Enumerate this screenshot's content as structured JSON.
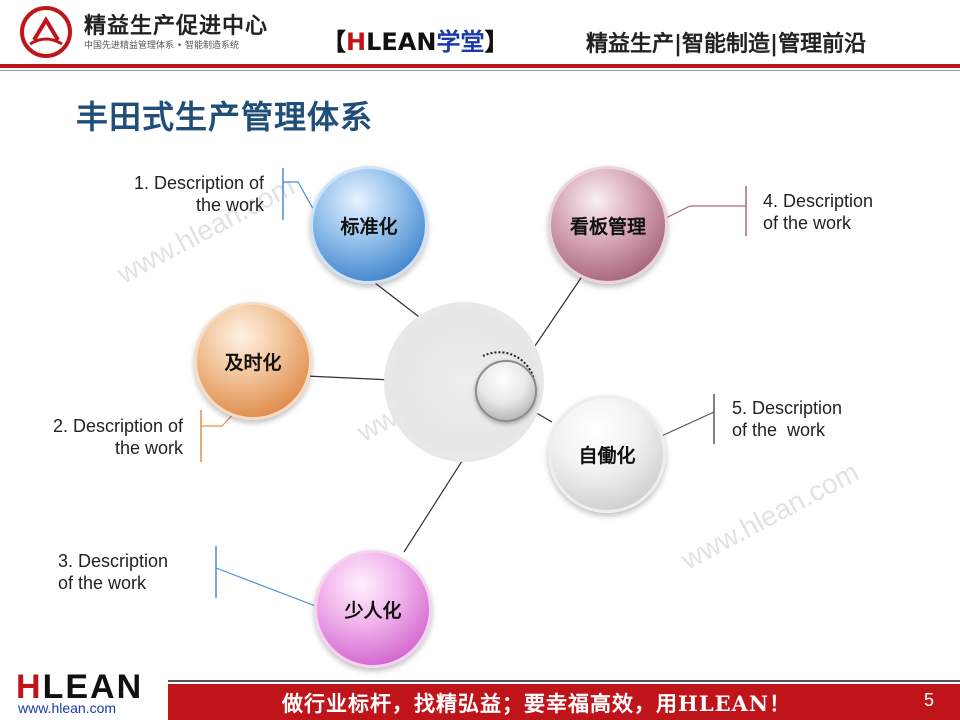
{
  "header": {
    "logo_title": "精益生产促进中心",
    "logo_subtitle": "中国先进精益管理体系 • 智能制造系统",
    "brand_open": "【",
    "brand_h": "H",
    "brand_lean": "LEAN",
    "brand_xt": "学堂",
    "brand_close": "】",
    "tagline": "精益生产|智能制造|管理前沿"
  },
  "page_title": "丰田式生产管理体系",
  "nodes": [
    {
      "label": "标准化",
      "color": "#4d8ed1",
      "description": "1. Description of the work"
    },
    {
      "label": "及时化",
      "color": "#e08f4f",
      "description": "2. Description of the work"
    },
    {
      "label": "少人化",
      "color": "#d46ad0",
      "description": "3. Description of the work"
    },
    {
      "label": "看板管理",
      "color": "#a8697c",
      "description": "4. Description of the work"
    },
    {
      "label": "自働化",
      "color": "#cfcfcf",
      "description": "5. Description of the work"
    }
  ],
  "desc_lines": {
    "d1a": "1. Description of",
    "d1b": "the work",
    "d2a": "2. Description of",
    "d2b": "the work",
    "d3a": "3. Description",
    "d3b": "of the work",
    "d4a": "4. Description",
    "d4b": "of the work",
    "d5a": "5. Description",
    "d5b": "of the  work"
  },
  "watermark": "www.hlean.com",
  "footer": {
    "logo_h": "H",
    "logo_rest": "LEAN",
    "url": "www.hlean.com",
    "slogan": "做行业标杆，找精弘益；要幸福高效，用HLEAN！",
    "page_number": "5"
  },
  "colors": {
    "brand_red": "#c0141b",
    "title_blue": "#1f4e79"
  }
}
